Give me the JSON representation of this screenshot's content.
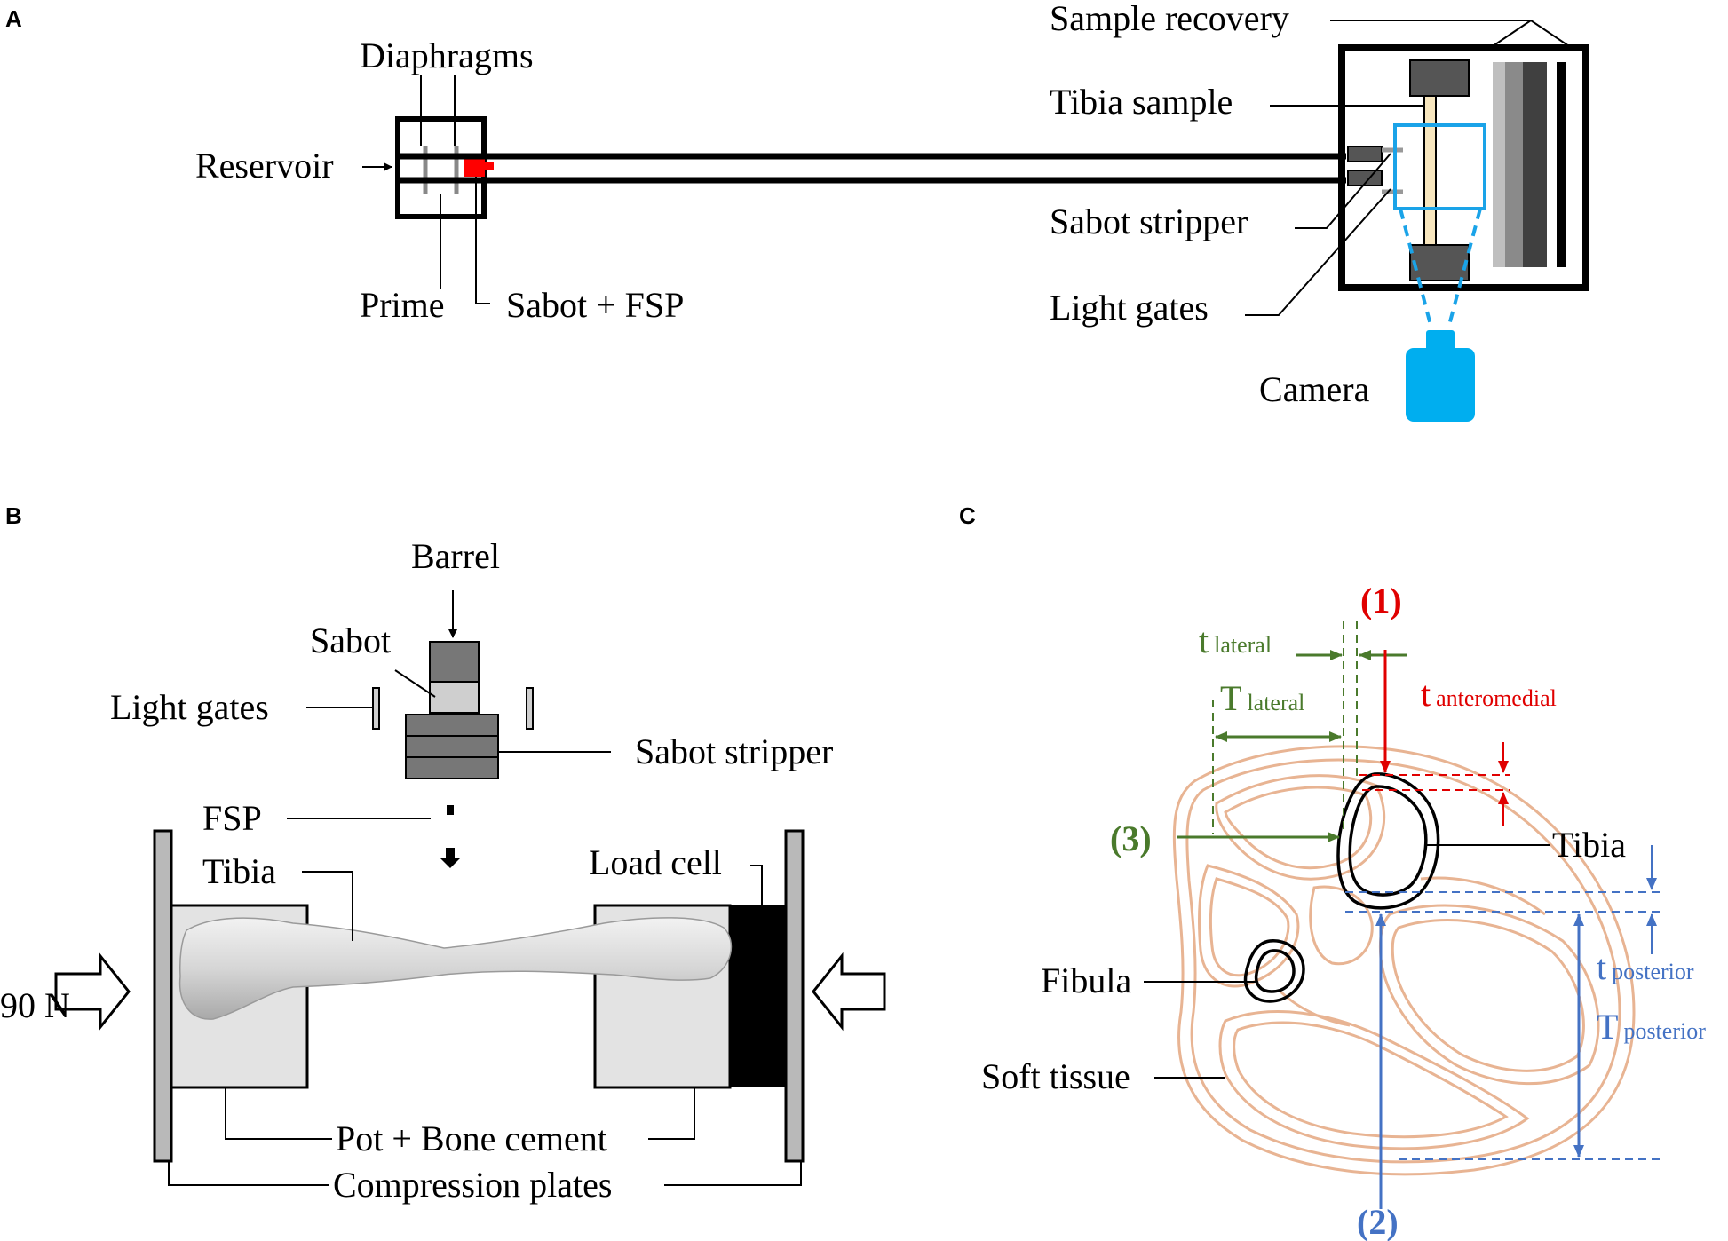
{
  "panels": {
    "a": {
      "letter": "A",
      "labels": {
        "diaphragms": "Diaphragms",
        "reservoir": "Reservoir",
        "prime": "Prime",
        "sabot_fsp": "Sabot + FSP",
        "sample_recovery": "Sample recovery",
        "tibia_sample": "Tibia sample",
        "sabot_stripper": "Sabot stripper",
        "light_gates": "Light gates",
        "camera": "Camera"
      }
    },
    "b": {
      "letter": "B",
      "labels": {
        "barrel": "Barrel",
        "sabot": "Sabot",
        "light_gates": "Light gates",
        "sabot_stripper": "Sabot stripper",
        "fsp": "FSP",
        "tibia": "Tibia",
        "load_cell": "Load cell",
        "force": "90 N",
        "pot_bone_cement": "Pot + Bone cement",
        "compression_plates": "Compression plates"
      }
    },
    "c": {
      "letter": "C",
      "labels": {
        "marker1": "(1)",
        "marker2": "(2)",
        "marker3": "(3)",
        "t_lateral_base": "t",
        "t_lateral_sub": "lateral",
        "T_lateral_base": "T",
        "T_lateral_sub": "lateral",
        "t_anteromedial_base": "t",
        "t_anteromedial_sub": "anteromedial",
        "t_posterior_base": "t",
        "t_posterior_sub": "posterior",
        "T_posterior_base": "T",
        "T_posterior_sub": "posterior",
        "tibia": "Tibia",
        "fibula": "Fibula",
        "soft_tissue": "Soft tissue"
      }
    }
  },
  "colors": {
    "projectile": "#ff0000",
    "camera": "#00aeef",
    "light_path": "#1aa3e8",
    "soft_tissue": "#e8b493",
    "lateral": "#4a7a2c",
    "anteromedial": "#e00000",
    "posterior": "#4472c4"
  }
}
